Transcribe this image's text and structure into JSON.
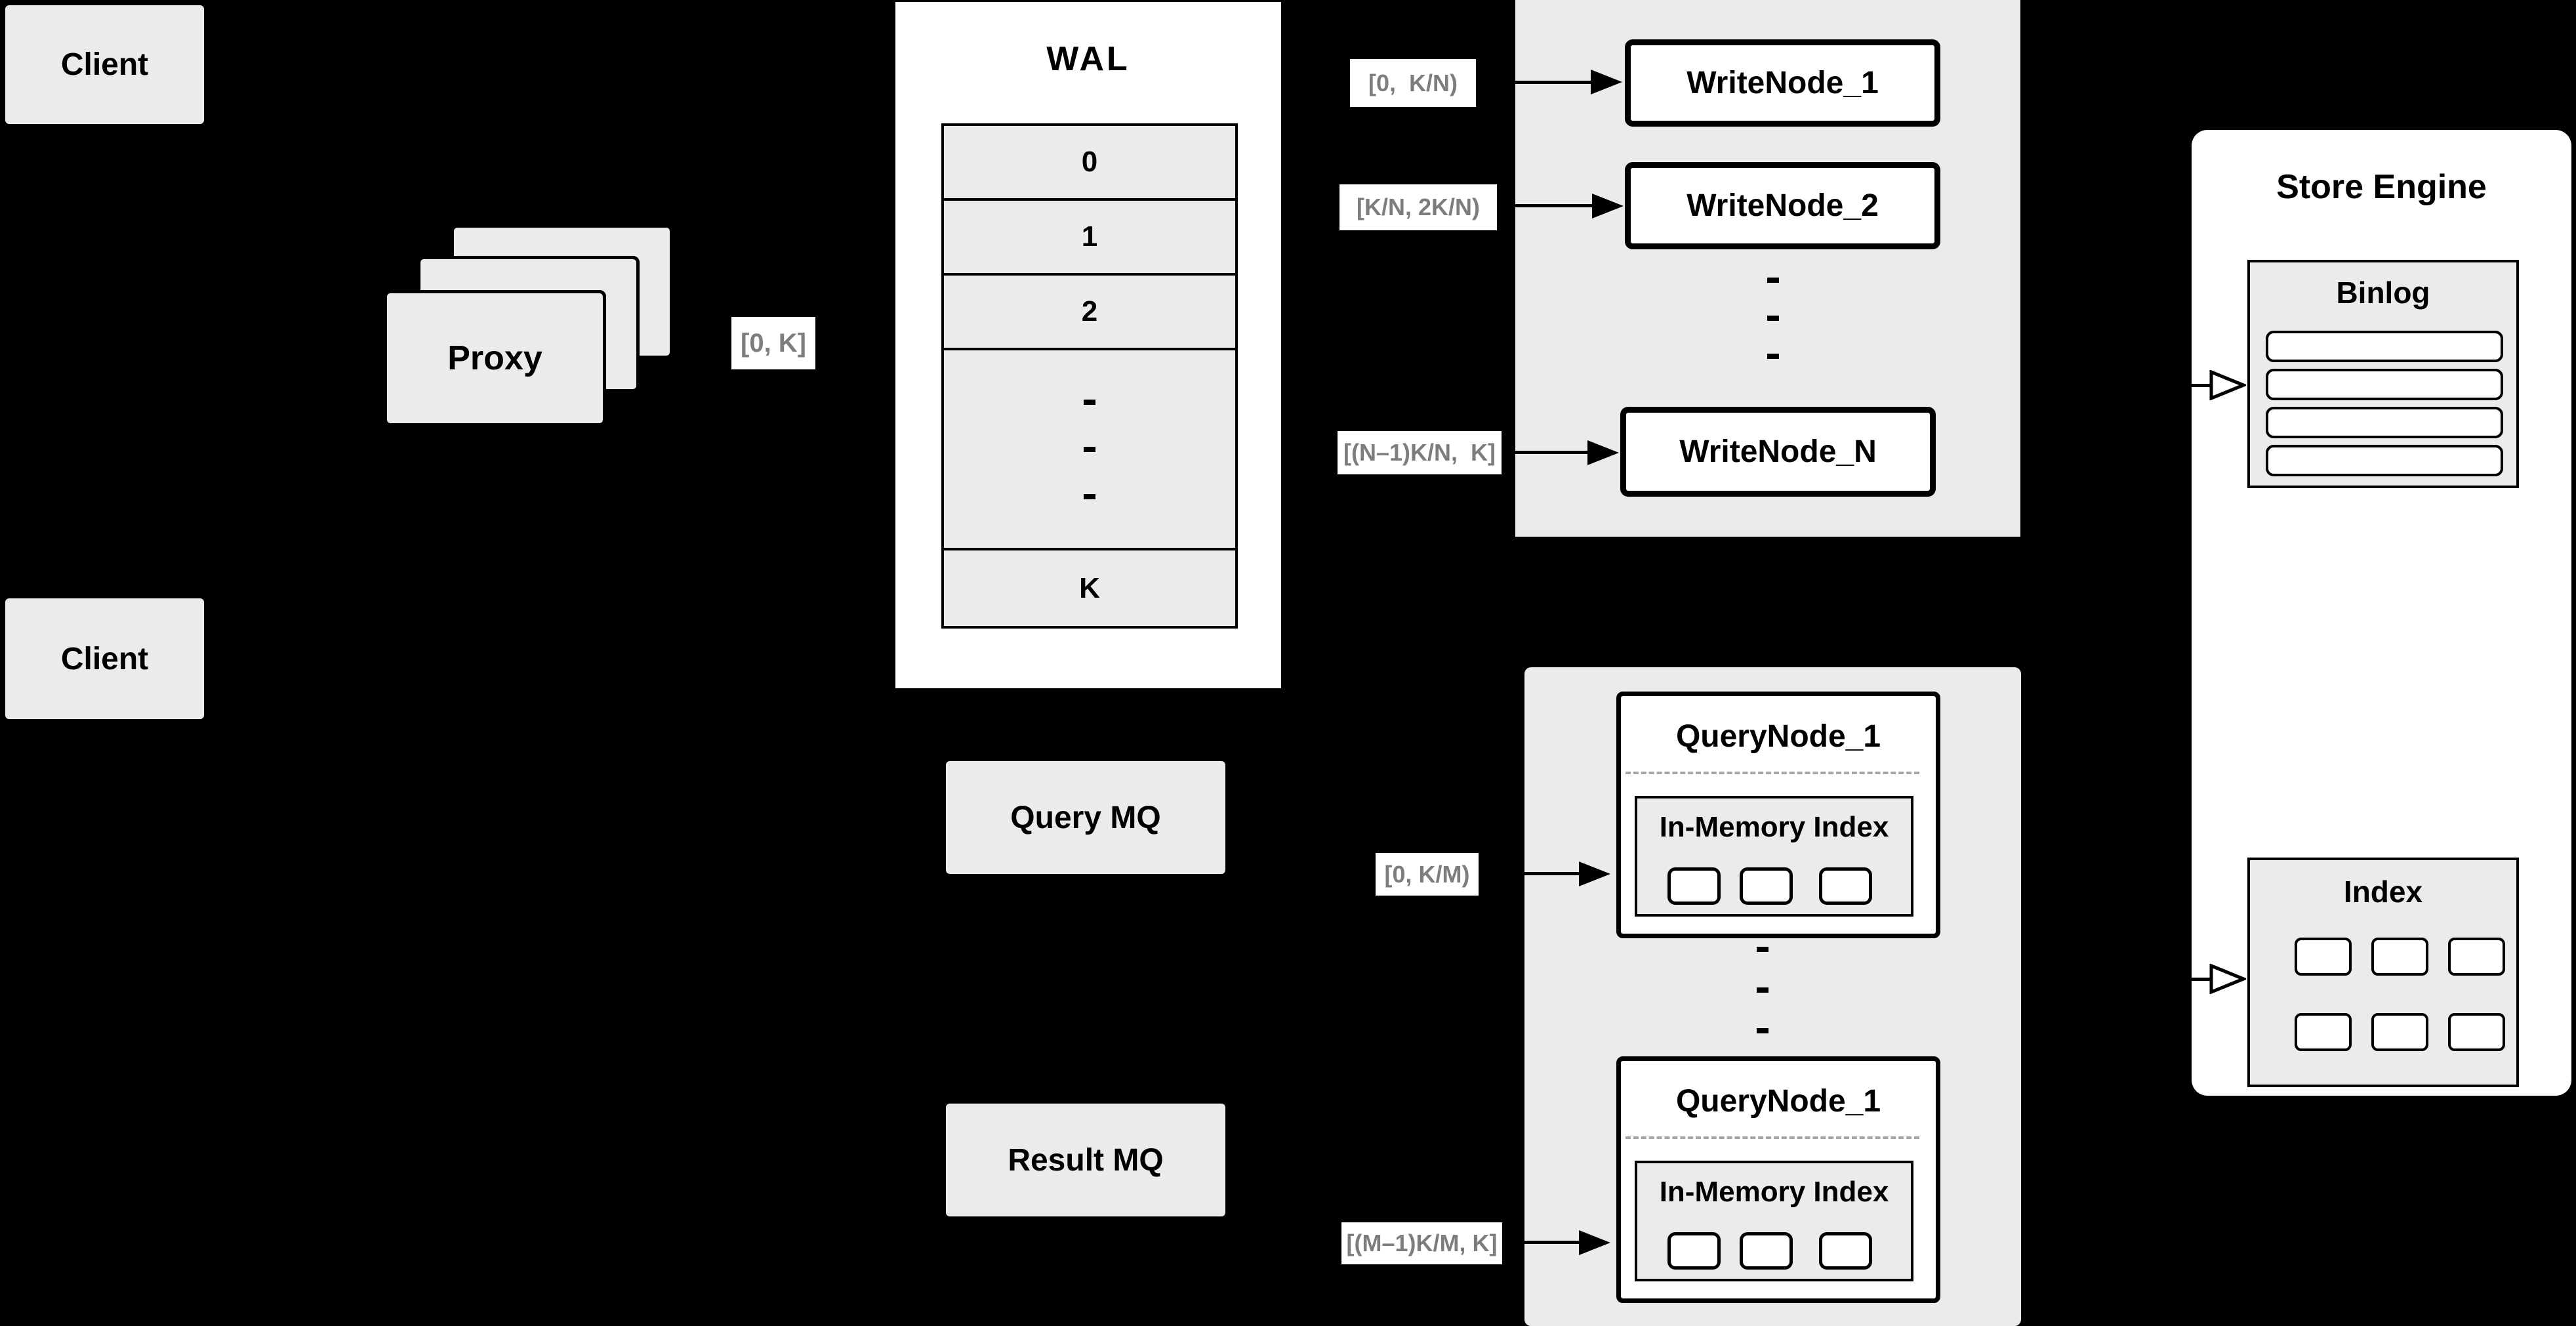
{
  "clients": [
    {
      "label": "Client"
    },
    {
      "label": "Client"
    }
  ],
  "proxy": {
    "label": "Proxy"
  },
  "wal": {
    "title": "WAL",
    "rows": [
      "0",
      "1",
      "2"
    ],
    "ellipsis": "...",
    "last_row": "K"
  },
  "edge_labels": {
    "proxy_to_wal": "[0, K]",
    "wal_to_writenode_1": "[0,  K/N)",
    "wal_to_writenode_2": "[K/N, 2K/N)",
    "wal_to_writenode_n": "[(N–1)K/N,  K]",
    "query_mq_to_querynode_1": "[0, K/M)",
    "query_mq_to_querynode_m": "[(M–1)K/M, K]"
  },
  "write_nodes": {
    "items": [
      "WriteNode_1",
      "WriteNode_2",
      "WriteNode_N"
    ],
    "ellipsis": "..."
  },
  "store_engine": {
    "title": "Store Engine",
    "binlog": {
      "title": "Binlog"
    },
    "index": {
      "title": "Index"
    }
  },
  "query_mq": {
    "label": "Query MQ"
  },
  "result_mq": {
    "label": "Result MQ"
  },
  "query_nodes": {
    "ellipsis": "...",
    "items": [
      {
        "title": "QueryNode_1",
        "inner_title": "In-Memory Index"
      },
      {
        "title": "QueryNode_1",
        "inner_title": "In-Memory Index"
      }
    ]
  }
}
